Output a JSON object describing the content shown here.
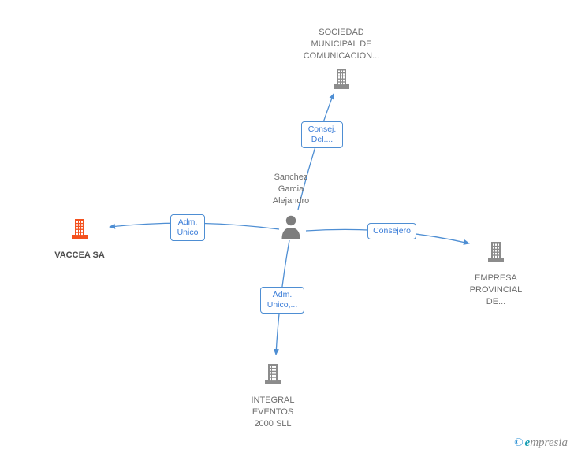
{
  "colors": {
    "arrow_blue": "#4e8ed3",
    "building_gray": "#8c8c8c",
    "building_orange": "#f4511e",
    "edge_label_blue": "#3b7dd8",
    "node_text_gray": "#6e6e6e",
    "brand_teal": "#1b9fb4"
  },
  "diagram": {
    "nodes": {
      "sociedad": {
        "lines": [
          "SOCIEDAD",
          "MUNICIPAL DE",
          "COMUNICACION..."
        ]
      },
      "person": {
        "lines": [
          "Sanchez",
          "Garcia",
          "Alejandro"
        ]
      },
      "vaccea": {
        "label": "VACCEA SA"
      },
      "empresa": {
        "lines": [
          "EMPRESA",
          "PROVINCIAL",
          "DE..."
        ]
      },
      "integral": {
        "lines": [
          "INTEGRAL",
          "EVENTOS",
          "2000 SLL"
        ]
      }
    },
    "edges": {
      "consej_del": {
        "lines": [
          "Consej.",
          "Del...."
        ]
      },
      "adm_unico": {
        "lines": [
          "Adm.",
          "Unico"
        ]
      },
      "consejero": {
        "label": "Consejero"
      },
      "adm_unico_2": {
        "lines": [
          "Adm.",
          "Unico,..."
        ]
      }
    }
  },
  "footer": {
    "copyright": "©",
    "brand_initial": "e",
    "brand_rest": "mpresia"
  }
}
